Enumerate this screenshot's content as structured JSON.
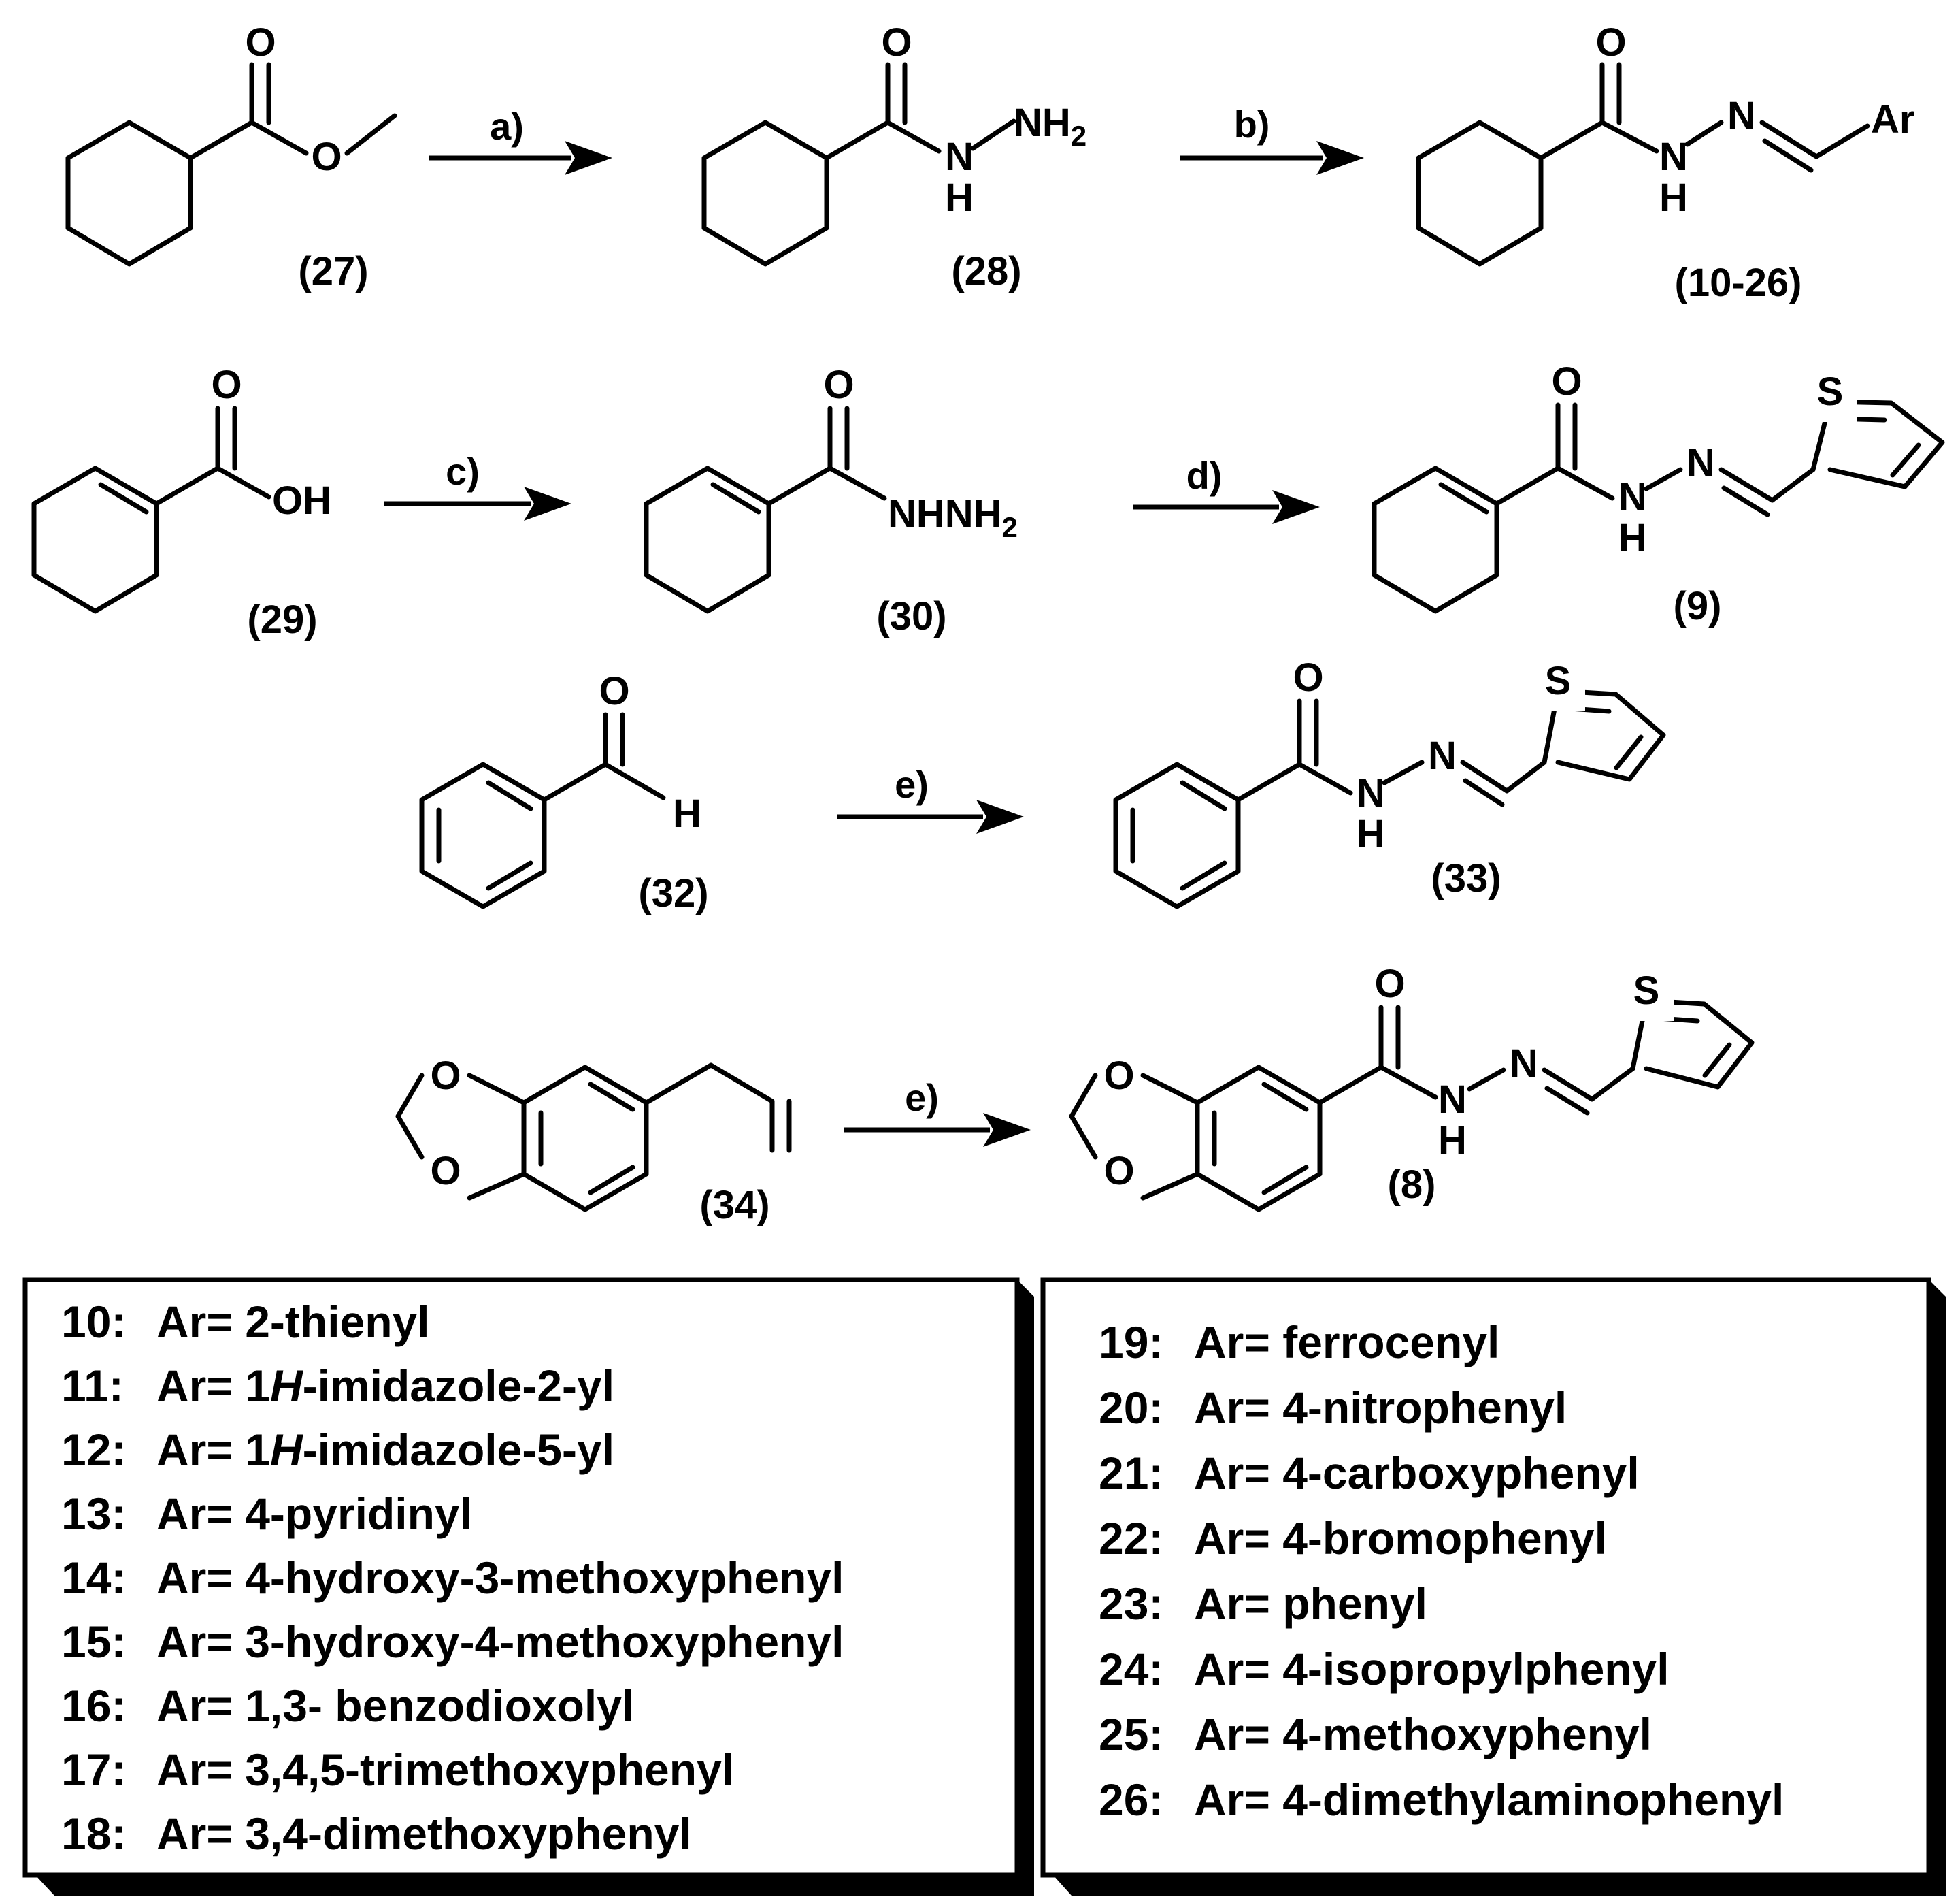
{
  "atoms": {
    "O": "O",
    "N": "N",
    "H": "H",
    "S": "S",
    "Ar": "Ar",
    "NH": "NH",
    "OH": "OH",
    "NHNH": "NHNH",
    "sub2": "2"
  },
  "compounds": {
    "c27": "(27)",
    "c28": "(28)",
    "c1026": "(10-26)",
    "c29": "(29)",
    "c30": "(30)",
    "c9": "(9)",
    "c32": "(32)",
    "c33": "(33)",
    "c34": "(34)",
    "c8": "(8)"
  },
  "conditions": {
    "a": "a)",
    "b": "b)",
    "c": "c)",
    "d": "d)",
    "e1": "e)",
    "e2": "e)"
  },
  "table_left": [
    {
      "num": "10:",
      "pre": "Ar= 2-thienyl",
      "ital": "",
      "post": ""
    },
    {
      "num": "11:",
      "pre": "Ar= 1",
      "ital": "H",
      "post": "-imidazole-2-yl"
    },
    {
      "num": "12:",
      "pre": "Ar= 1",
      "ital": "H",
      "post": "-imidazole-5-yl"
    },
    {
      "num": "13:",
      "pre": "Ar= 4-pyridinyl",
      "ital": "",
      "post": ""
    },
    {
      "num": "14:",
      "pre": "Ar= 4-hydroxy-3-methoxyphenyl",
      "ital": "",
      "post": ""
    },
    {
      "num": "15:",
      "pre": "Ar= 3-hydroxy-4-methoxyphenyl",
      "ital": "",
      "post": ""
    },
    {
      "num": "16:",
      "pre": "Ar= 1,3- benzodioxolyl",
      "ital": "",
      "post": ""
    },
    {
      "num": "17:",
      "pre": "Ar= 3,4,5-trimethoxyphenyl",
      "ital": "",
      "post": ""
    },
    {
      "num": "18:",
      "pre": "Ar= 3,4-dimethoxyphenyl",
      "ital": "",
      "post": ""
    }
  ],
  "table_right": [
    {
      "num": "19:",
      "text": "Ar= ferrocenyl"
    },
    {
      "num": "20:",
      "text": "Ar= 4-nitrophenyl"
    },
    {
      "num": "21:",
      "text": "Ar= 4-carboxyphenyl"
    },
    {
      "num": "22:",
      "text": "Ar= 4-bromophenyl"
    },
    {
      "num": "23:",
      "text": "Ar= phenyl"
    },
    {
      "num": "24:",
      "text": "Ar= 4-isopropylphenyl"
    },
    {
      "num": "25:",
      "text": "Ar= 4-methoxyphenyl"
    },
    {
      "num": "26:",
      "text": "Ar= 4-dimethylaminophenyl"
    }
  ]
}
